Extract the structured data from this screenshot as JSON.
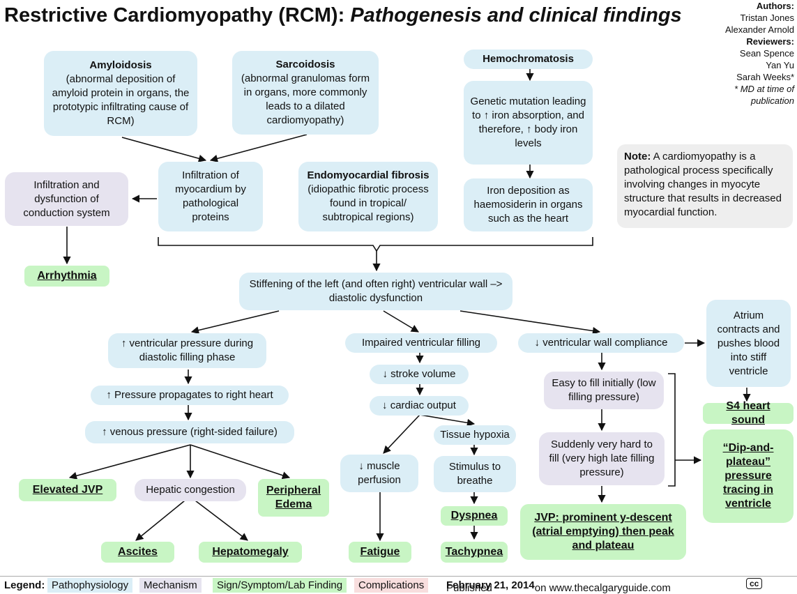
{
  "title": {
    "main": "Restrictive Cardiomyopathy (RCM): ",
    "sub": "Pathogenesis and clinical findings"
  },
  "authors": {
    "authors_label": "Authors:",
    "author1": "Tristan Jones",
    "author2": "Alexander Arnold",
    "reviewers_label": "Reviewers:",
    "reviewer1": "Sean Spence",
    "reviewer2": "Yan Yu",
    "reviewer3": "Sarah Weeks*",
    "footnote1": "* MD at time of",
    "footnote2": "publication"
  },
  "nodes": {
    "amyloidosis_title": "Amyloidosis",
    "amyloidosis_desc": "(abnormal deposition of amyloid protein in organs, the prototypic infiltrating cause of RCM)",
    "sarcoidosis_title": "Sarcoidosis",
    "sarcoidosis_desc": "(abnormal granulomas form in organs, more commonly leads to a dilated cardiomyopathy)",
    "hemochromatosis": "Hemochromatosis",
    "genetic_mutation": "Genetic mutation leading to ↑ iron absorption, and therefore, ↑ body iron levels",
    "iron_deposition": "Iron deposition as haemosiderin in organs such as the heart",
    "infiltration_conduction": "Infiltration and dysfunction of conduction system",
    "infiltration_myocardium": "Infiltration of myocardium by pathological proteins",
    "endo_title": "Endomyocardial fibrosis",
    "endo_desc": "(idiopathic fibrotic process found in tropical/ subtropical regions)",
    "arrhythmia": "Arrhythmia",
    "stiffening": "Stiffening of the left (and often right) ventricular wall –> diastolic dysfunction",
    "vent_pressure": "↑ ventricular pressure during diastolic filling phase",
    "pressure_right": "↑ Pressure propagates to right heart",
    "venous_pressure": "↑ venous pressure (right-sided failure)",
    "elevated_jvp": "Elevated JVP",
    "hepatic_congestion": "Hepatic congestion",
    "peripheral_edema": "Peripheral Edema",
    "ascites": "Ascites",
    "hepatomegaly": "Hepatomegaly",
    "impaired_filling": "Impaired ventricular filling",
    "stroke_volume": "↓ stroke volume",
    "cardiac_output": "↓ cardiac output",
    "muscle_perfusion": "↓ muscle perfusion",
    "tissue_hypoxia": "Tissue hypoxia",
    "stimulus_breathe": "Stimulus to breathe",
    "dyspnea": "Dyspnea",
    "tachypnea": "Tachypnea",
    "fatigue": "Fatigue",
    "wall_compliance": "↓ ventricular wall compliance",
    "easy_fill": "Easy to fill initially (low filling pressure)",
    "hard_fill": "Suddenly very hard to fill (very high late filling pressure)",
    "jvp_descent": "JVP: prominent y-descent (atrial emptying) then peak and plateau",
    "atrium": "Atrium contracts and pushes blood into stiff ventricle",
    "s4": "S4 heart sound",
    "dip_plateau": "“Dip-and-plateau” pressure tracing in ventricle"
  },
  "note": {
    "label": "Note:",
    "text": " A cardiomyopathy is a pathological process specifically involving changes in myocyte structure that results in decreased myocardial function."
  },
  "legend": {
    "label": "Legend:",
    "pathophysiology": "Pathophysiology",
    "mechanism": "Mechanism",
    "sign": "Sign/Symptom/Lab Finding",
    "complications": "Complications",
    "published_prefix": "Published ",
    "published_date": "February 21, 2014",
    "published_suffix": " on www.thecalgaryguide.com",
    "license": "cc"
  },
  "colors": {
    "pathophysiology": "#dbeef6",
    "mechanism": "#e6e3ef",
    "sign": "#c8f5c4",
    "complications": "#f8dede"
  }
}
